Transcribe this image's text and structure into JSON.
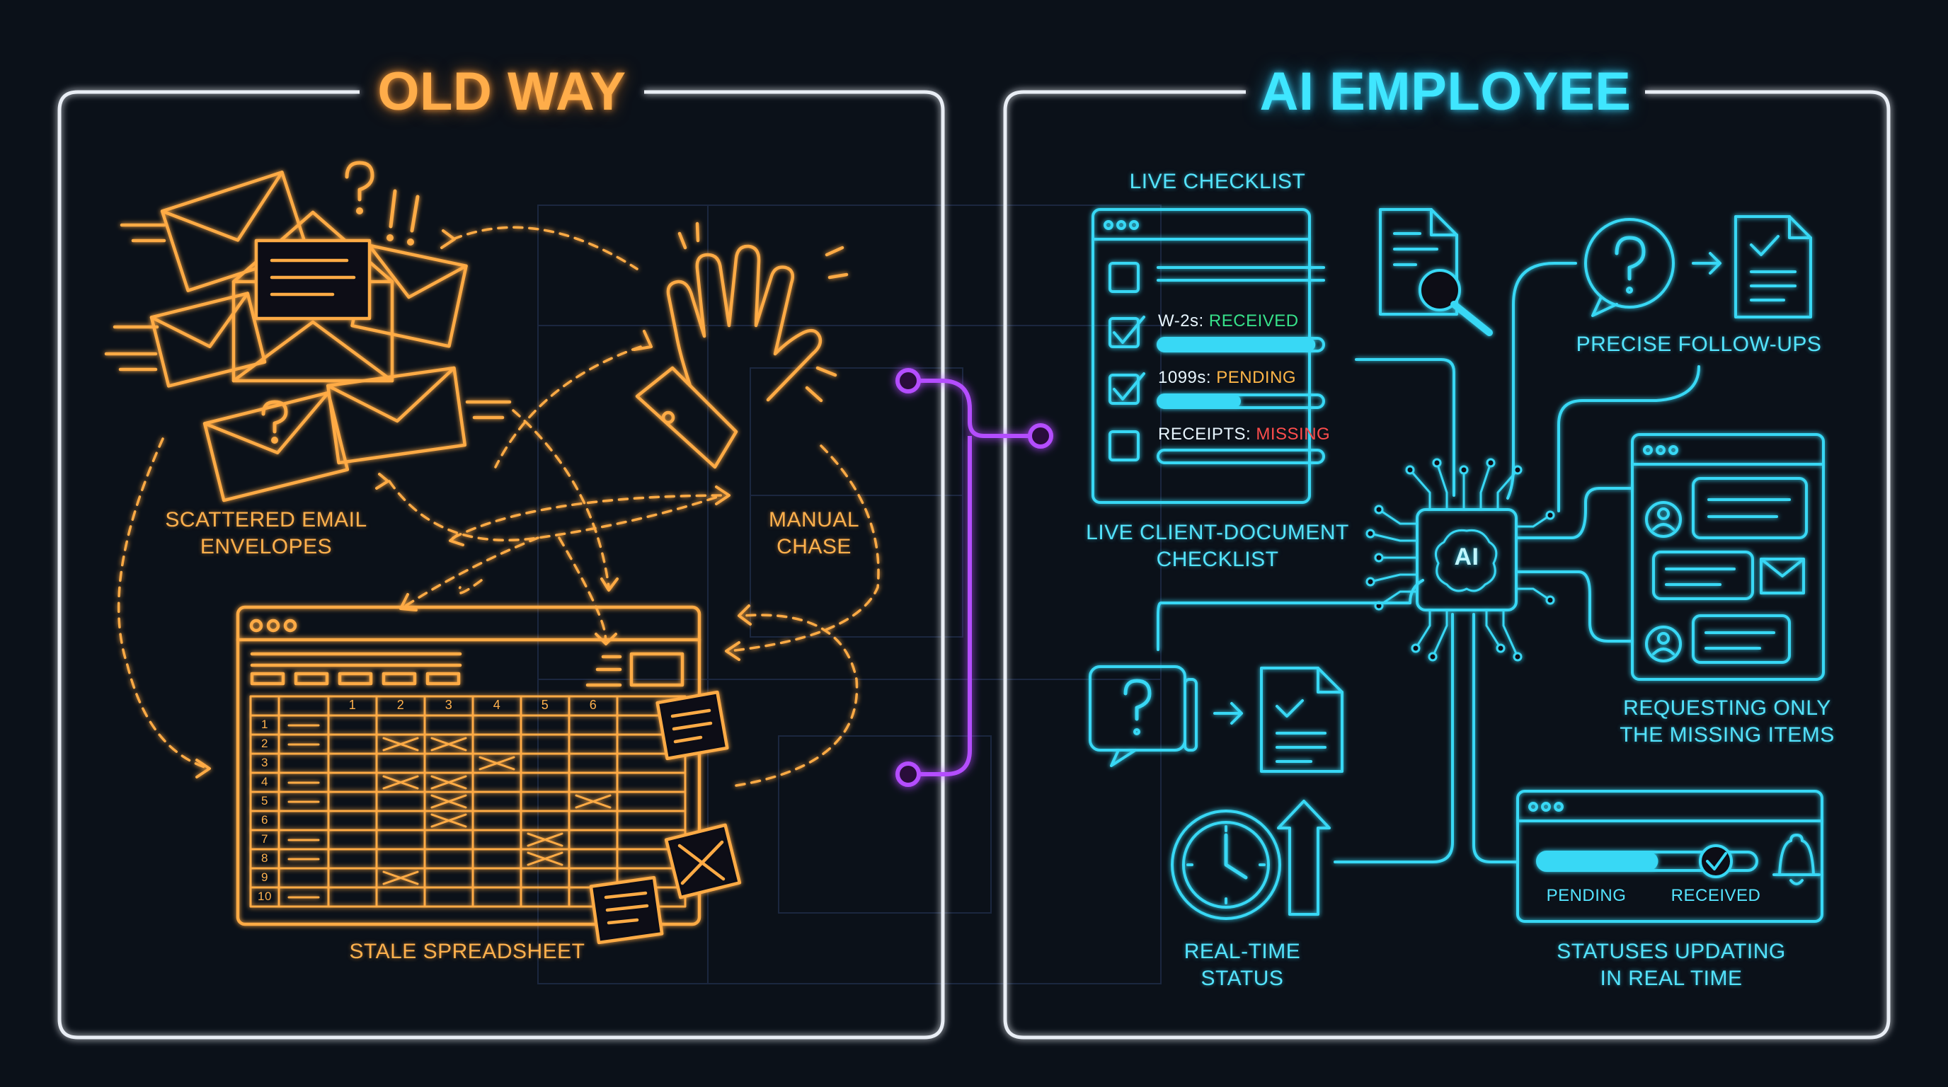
{
  "colors": {
    "background": "#0b1119",
    "panel_border": "#e9eef5",
    "old_way_accent": "#ffad4a",
    "ai_accent": "#3fe6ff",
    "connector": "#b44dff",
    "received": "#37e28a",
    "pending": "#ffb648",
    "missing": "#ff4d4d"
  },
  "old_way": {
    "title": "OLD WAY",
    "labels": {
      "envelopes_line1": "SCATTERED EMAIL",
      "envelopes_line2": "ENVELOPES",
      "chase_line1": "MANUAL",
      "chase_line2": "CHASE",
      "spreadsheet": "STALE SPREADSHEET"
    },
    "spreadsheet": {
      "columns": [
        "1",
        "2",
        "3",
        "4",
        "5",
        "6"
      ],
      "rows": [
        "1",
        "2",
        "3",
        "4",
        "5",
        "6",
        "7",
        "8",
        "9",
        "10"
      ]
    },
    "icons": [
      "envelope-icon",
      "question-mark-icon",
      "waving-hand-icon",
      "sticky-note-icon",
      "window-dots-icon"
    ]
  },
  "ai_employee": {
    "title": "AI EMPLOYEE",
    "chip_label": "AI",
    "checklist": {
      "header": "LIVE CHECKLIST",
      "caption_line1": "LIVE CLIENT-DOCUMENT",
      "caption_line2": "CHECKLIST",
      "items": [
        {
          "name": "W-2s:",
          "status": "RECEIVED",
          "progress": 0.95
        },
        {
          "name": "1099s:",
          "status": "PENDING",
          "progress": 0.5
        },
        {
          "name": "RECEIPTS:",
          "status": "MISSING",
          "progress": 0
        }
      ]
    },
    "followups": {
      "caption": "PRECISE FOLLOW-UPS"
    },
    "requesting": {
      "line1": "REQUESTING ONLY",
      "line2": "THE MISSING ITEMS"
    },
    "realtime": {
      "line1": "REAL-TIME",
      "line2": "STATUS"
    },
    "statuses": {
      "pending_label": "PENDING",
      "received_label": "RECEIVED",
      "caption_line1": "STATUSES UPDATING",
      "caption_line2": "IN REAL TIME",
      "progress": 0.55
    },
    "icons": [
      "document-search-icon",
      "question-bubble-icon",
      "checked-document-icon",
      "chat-window-icon",
      "clock-icon",
      "up-arrow-icon",
      "bell-icon",
      "ai-brain-chip-icon"
    ]
  }
}
